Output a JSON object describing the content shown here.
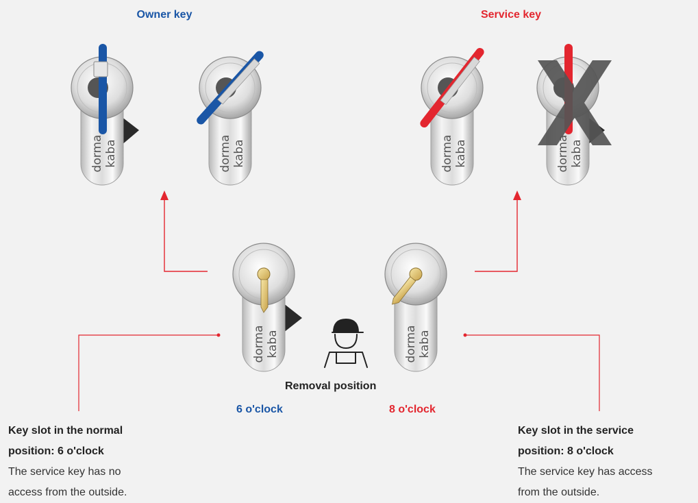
{
  "headings": {
    "owner_key": "Owner key",
    "service_key": "Service key"
  },
  "brand": {
    "line1": "dorma",
    "line2": "kaba"
  },
  "center": {
    "removal_position": "Removal position",
    "left_clock": "6 o'clock",
    "right_clock": "8 o'clock"
  },
  "captions": {
    "left": {
      "title_line1": "Key slot in the normal",
      "title_line2": "position: 6 o'clock",
      "body_line1": "The service key has no",
      "body_line2": "access from the outside."
    },
    "right": {
      "title_line1": "Key slot in the service",
      "title_line2": "position: 8 o'clock",
      "body_line1": "The service key has access",
      "body_line2": "from the outside."
    }
  },
  "colors": {
    "owner_blue": "#1a56a6",
    "service_red": "#e3262f",
    "connector_red": "#e3262f",
    "cross_gray": "#555555",
    "background": "#f2f2f2"
  },
  "icons": [
    "technician-icon",
    "cross-icon"
  ]
}
